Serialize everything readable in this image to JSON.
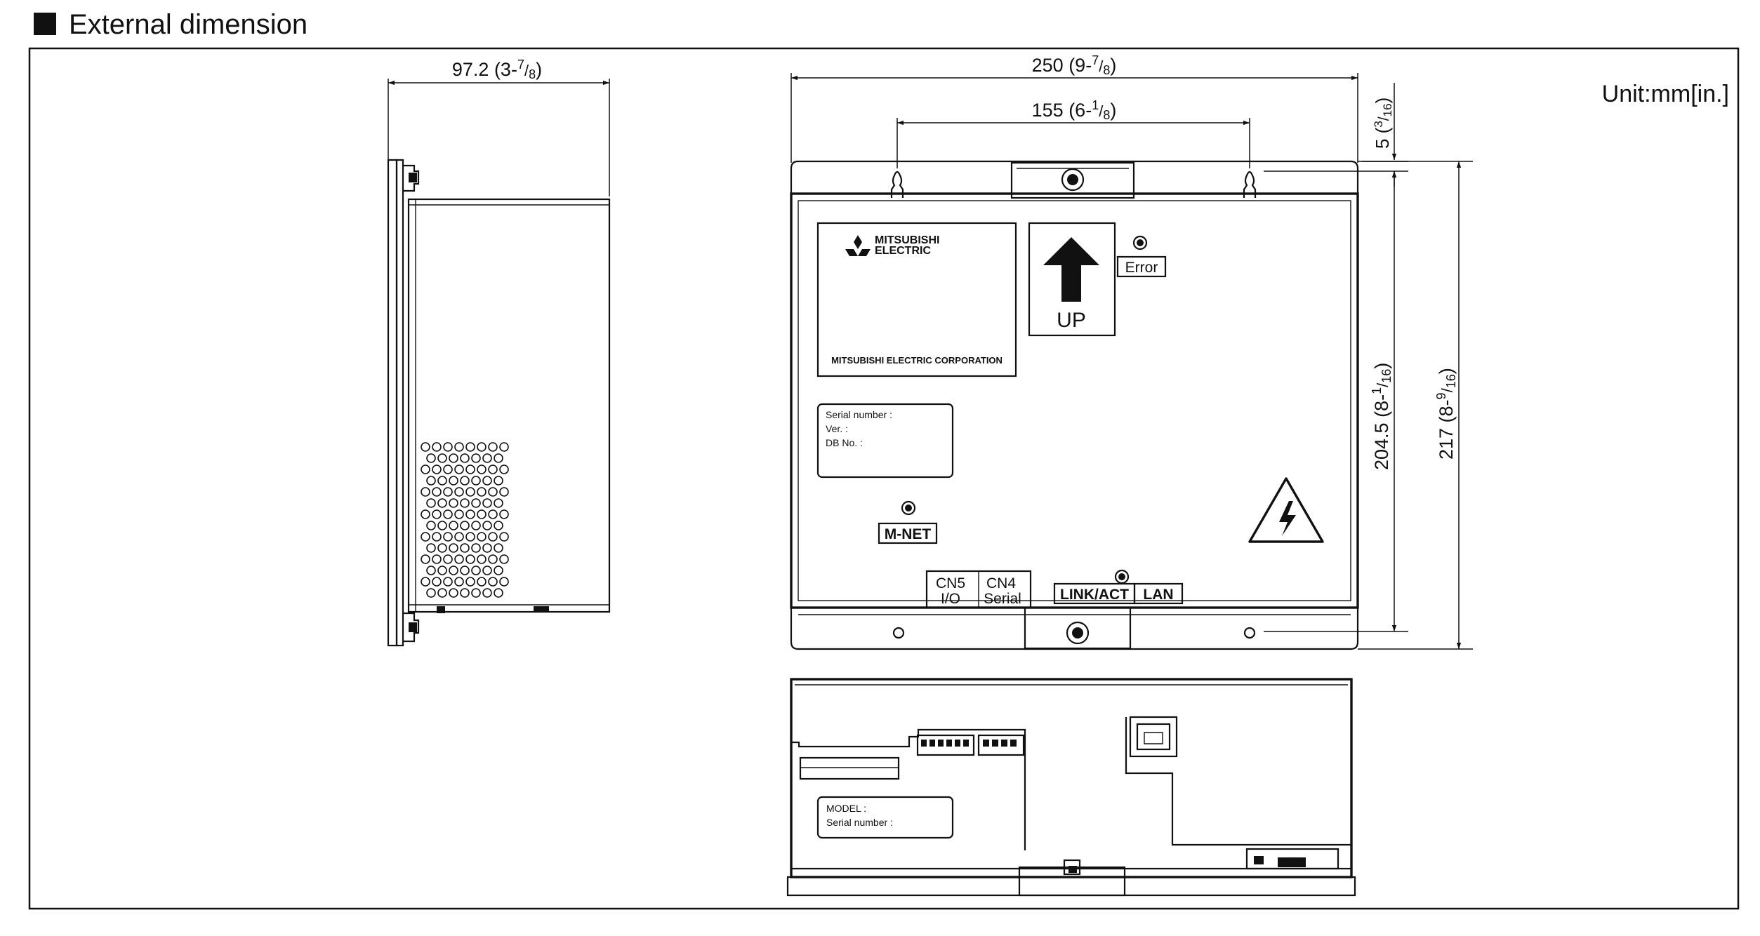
{
  "section_title": "External dimension",
  "unit_note": "Unit:mm[in.]",
  "dimensions": {
    "side_depth": {
      "main": "97.2 (3-",
      "frac_num": "7",
      "frac_den": "8",
      "close": ")"
    },
    "width": {
      "main": "250 (9-",
      "frac_num": "7",
      "frac_den": "8",
      "close": ")"
    },
    "mount_pitch": {
      "main": "155 (6-",
      "frac_num": "1",
      "frac_den": "8",
      "close": ")"
    },
    "top_offset": {
      "main": "5 (",
      "frac_num": "3",
      "frac_den": "16",
      "close": ")"
    },
    "mount_height": {
      "main": "204.5 (8-",
      "frac_num": "1",
      "frac_den": "16",
      "close": ")"
    },
    "total_height": {
      "main": "217 (8-",
      "frac_num": "9",
      "frac_den": "16",
      "close": ")"
    }
  },
  "front_panel": {
    "brand_line1": "MITSUBISHI",
    "brand_line2": "ELECTRIC",
    "corporation": "MITSUBISHI ELECTRIC CORPORATION",
    "up_label": "UP",
    "error_label": "Error",
    "serial_label": "Serial number :",
    "ver_label": "Ver. :",
    "db_label": "DB No. :",
    "mnet_label": "M-NET",
    "cn5_line1": "CN5",
    "cn5_line2": "I/O",
    "cn4_line1": "CN4",
    "cn4_line2": "Serial",
    "link_label": "LINK/ACT",
    "lan_label": "LAN"
  },
  "bottom_panel": {
    "model_label": "MODEL :",
    "serial_label": "Serial number :"
  }
}
